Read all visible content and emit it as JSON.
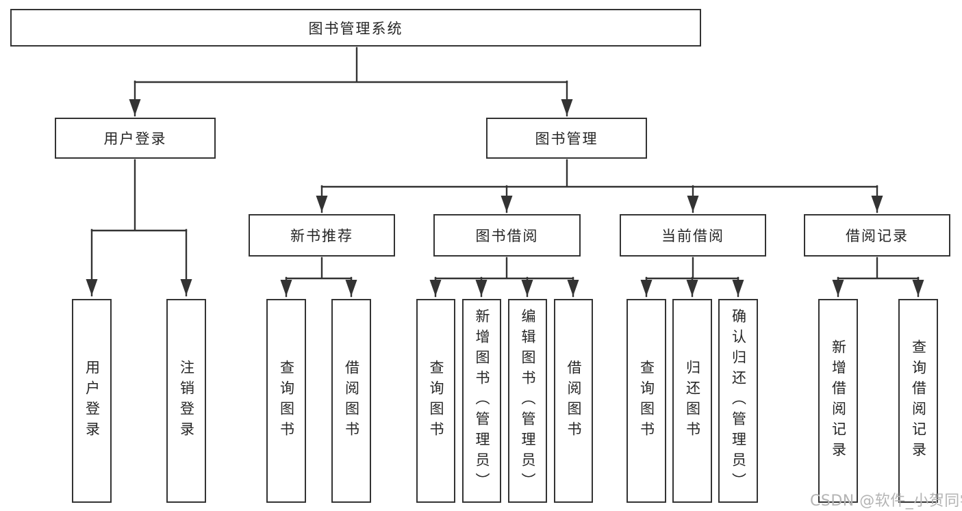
{
  "diagram": {
    "root": {
      "label": "图书管理系统"
    },
    "branches": [
      {
        "label": "用户登录",
        "children": [
          {
            "label": "用户登录"
          },
          {
            "label": "注销登录"
          }
        ]
      },
      {
        "label": "图书管理",
        "children": [
          {
            "label": "新书推荐",
            "children": [
              {
                "label": "查询图书"
              },
              {
                "label": "借阅图书"
              }
            ]
          },
          {
            "label": "图书借阅",
            "children": [
              {
                "label": "查询图书"
              },
              {
                "label": "新增图书（管理员）"
              },
              {
                "label": "编辑图书（管理员）"
              },
              {
                "label": "借阅图书"
              }
            ]
          },
          {
            "label": "当前借阅",
            "children": [
              {
                "label": "查询图书"
              },
              {
                "label": "归还图书"
              },
              {
                "label": "确认归还（管理员）"
              }
            ]
          },
          {
            "label": "借阅记录",
            "children": [
              {
                "label": "新增借阅记录"
              },
              {
                "label": "查询借阅记录"
              }
            ]
          }
        ]
      }
    ]
  },
  "watermark": {
    "text": "CSDN @软件_小贺同学"
  },
  "colors": {
    "line": "#333333",
    "box_border": "#333333",
    "box_fill": "#ffffff",
    "text": "#262626",
    "watermark": "#b4b4b4"
  }
}
